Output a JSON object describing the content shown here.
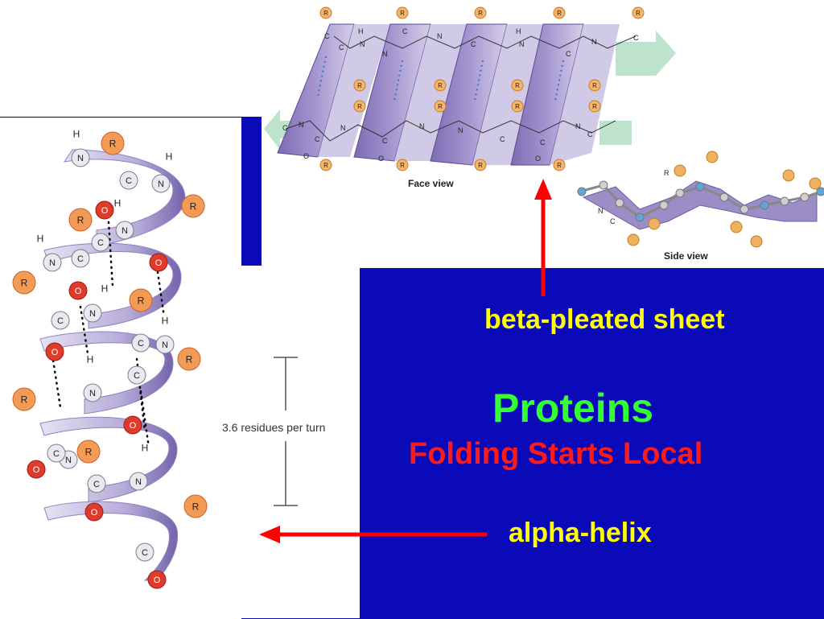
{
  "slide": {
    "title": "Proteins",
    "subtitle": "Folding Starts Local",
    "beta_label": "beta-pleated sheet",
    "alpha_label": "alpha-helix",
    "colors": {
      "background": "#0a0ab8",
      "title": "#33ff33",
      "subtitle": "#ff1a1a",
      "labels": "#ffff00",
      "arrows": "#ff0000"
    }
  },
  "sheet_figure": {
    "face_view_caption": "Face view",
    "side_view_caption": "Side view",
    "atoms": {
      "r": "R",
      "h": "H",
      "n": "N",
      "c": "C",
      "o": "O"
    }
  },
  "helix_figure": {
    "residues_caption": "3.6 residues per turn",
    "atoms": {
      "r": "R",
      "h": "H",
      "n": "N",
      "c": "C",
      "o": "O"
    }
  }
}
